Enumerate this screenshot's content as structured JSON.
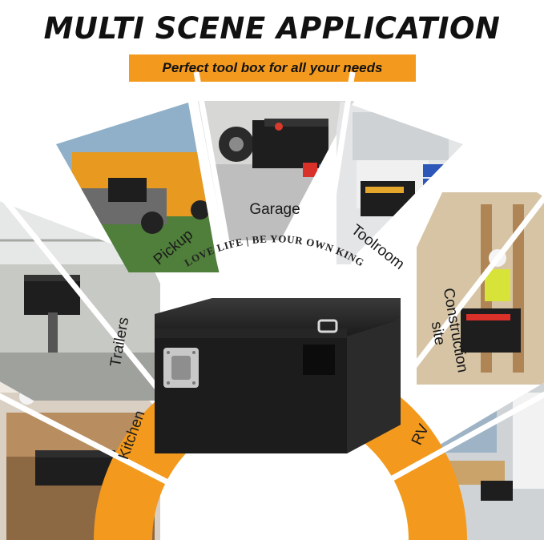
{
  "title": "MULTI SCENE APPLICATION",
  "subtitle": "Perfect tool box for all your needs",
  "slogan": "LOVE LIFE  |  BE YOUR OWN KING",
  "colors": {
    "accent": "#f39a1e",
    "ring_divider": "#ffffff",
    "box": "#1e1e1e"
  },
  "scenes": [
    {
      "label": "Kitchen"
    },
    {
      "label": "Trailers"
    },
    {
      "label": "Pickup"
    },
    {
      "label": "Garage"
    },
    {
      "label": "Toolroom"
    },
    {
      "label": "Construction site"
    },
    {
      "label": "RV"
    }
  ]
}
